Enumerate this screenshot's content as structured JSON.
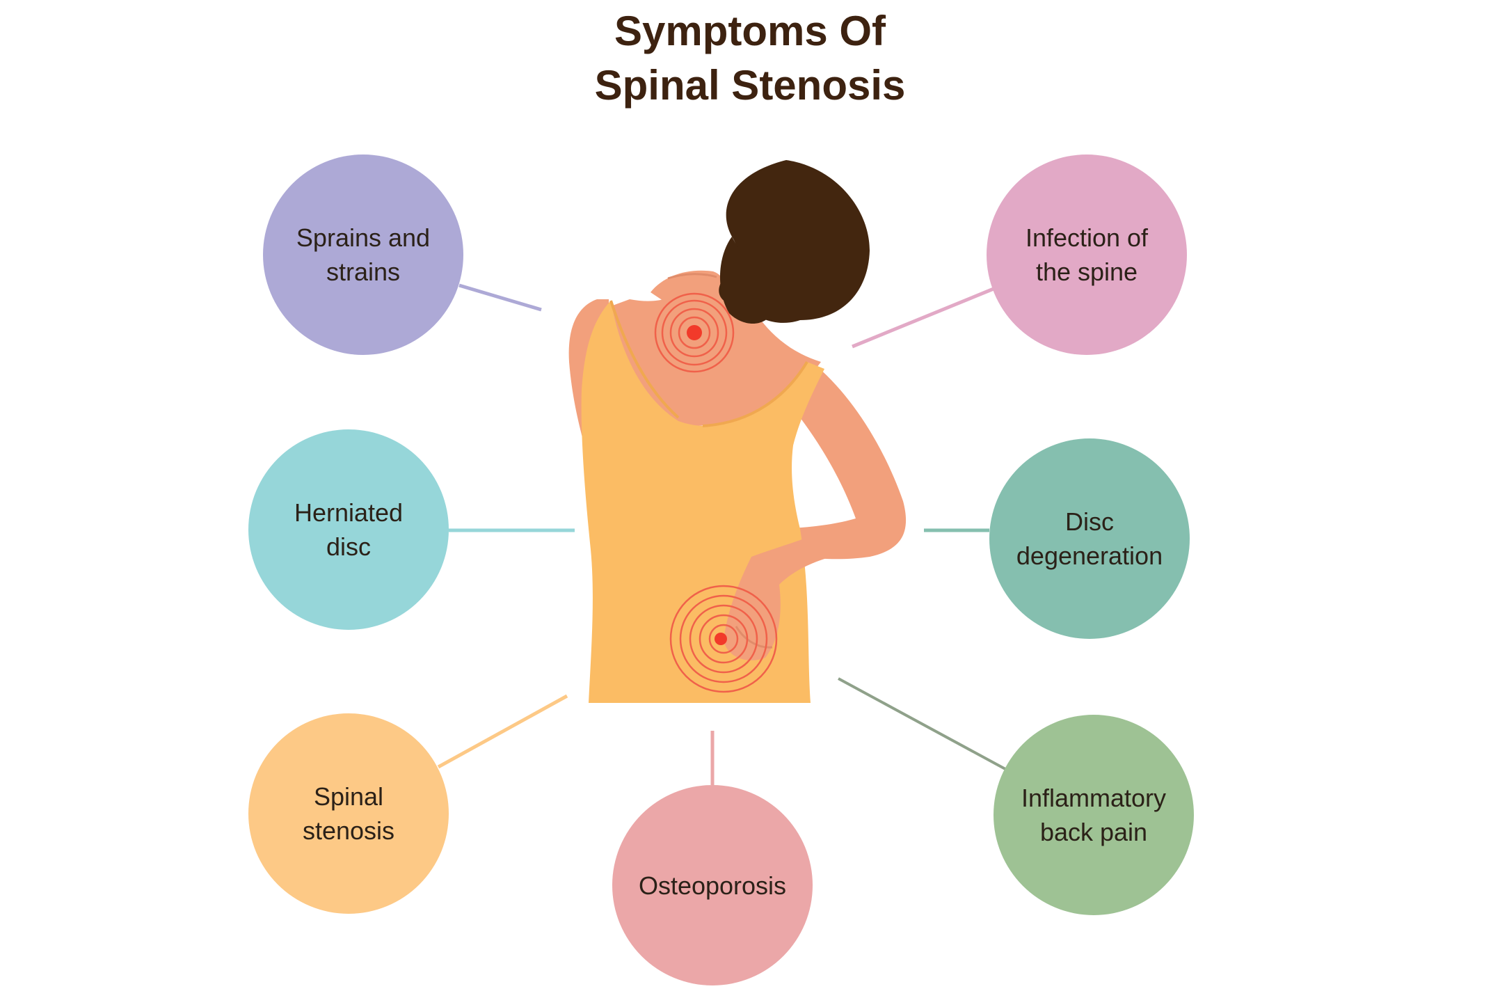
{
  "title": {
    "line1": "Symptoms Of",
    "line2": "Spinal Stenosis"
  },
  "colors": {
    "title": "#3d2210",
    "lavender": "#ada9d6",
    "cyan": "#96d6d9",
    "yellow": "#fdc986",
    "rose": "#eba7a8",
    "pink": "#e2a9c6",
    "teal": "#85bfaf",
    "green": "#9ec294",
    "hair": "#43260f",
    "skin": "#f2a07c",
    "top": "#fbbc64",
    "pain": "#f23a2a"
  },
  "symptoms": [
    {
      "line1": "Sprains and",
      "line2": "strains"
    },
    {
      "line1": "Herniated",
      "line2": "disc"
    },
    {
      "line1": "Spinal",
      "line2": "stenosis"
    },
    {
      "line1": "Osteoporosis"
    },
    {
      "line1": "Infection of",
      "line2": "the spine"
    },
    {
      "line1": "Disc",
      "line2": "degeneration"
    },
    {
      "line1": "Inflammatory",
      "line2": "back pain"
    }
  ]
}
